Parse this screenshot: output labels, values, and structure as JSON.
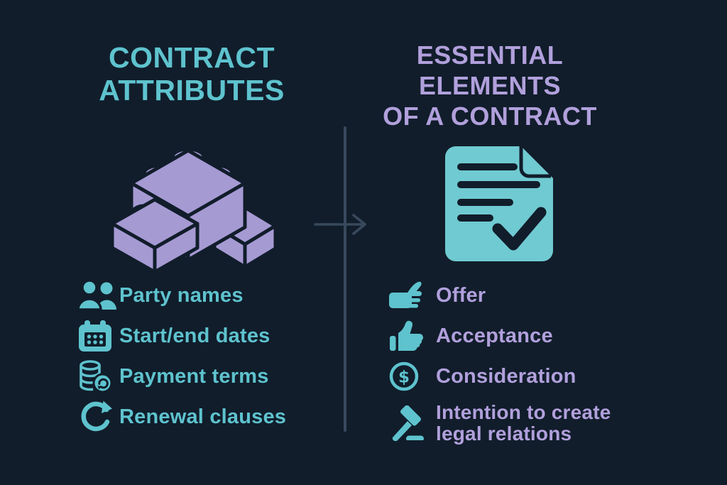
{
  "colors": {
    "background": "#111D2B",
    "teal": "#5EC3CE",
    "purple": "#B1A0DC",
    "lego_purple": "#A69AD3",
    "document_teal": "#70CAD1",
    "connector": "#39495D"
  },
  "left_panel": {
    "title_lines": [
      "CONTRACT",
      "ATTRIBUTES"
    ],
    "hero_icon": "lego-bricks-icon",
    "items": [
      {
        "icon": "people-icon",
        "label": "Party names"
      },
      {
        "icon": "calendar-icon",
        "label": "Start/end dates"
      },
      {
        "icon": "coins-icon",
        "label": "Payment terms"
      },
      {
        "icon": "renewal-arrow-icon",
        "label": "Renewal clauses"
      }
    ]
  },
  "connector": {
    "arrow_icon": "arrow-right-icon"
  },
  "right_panel": {
    "title_lines": [
      "ESSENTIAL",
      "ELEMENTS",
      "OF A CONTRACT"
    ],
    "hero_icon": "document-check-icon",
    "items": [
      {
        "icon": "offer-hand-icon",
        "label": "Offer"
      },
      {
        "icon": "thumbs-up-icon",
        "label": "Acceptance"
      },
      {
        "icon": "dollar-circle-icon",
        "label": "Consideration"
      },
      {
        "icon": "gavel-icon",
        "label": "Intention to create legal relations"
      }
    ]
  }
}
